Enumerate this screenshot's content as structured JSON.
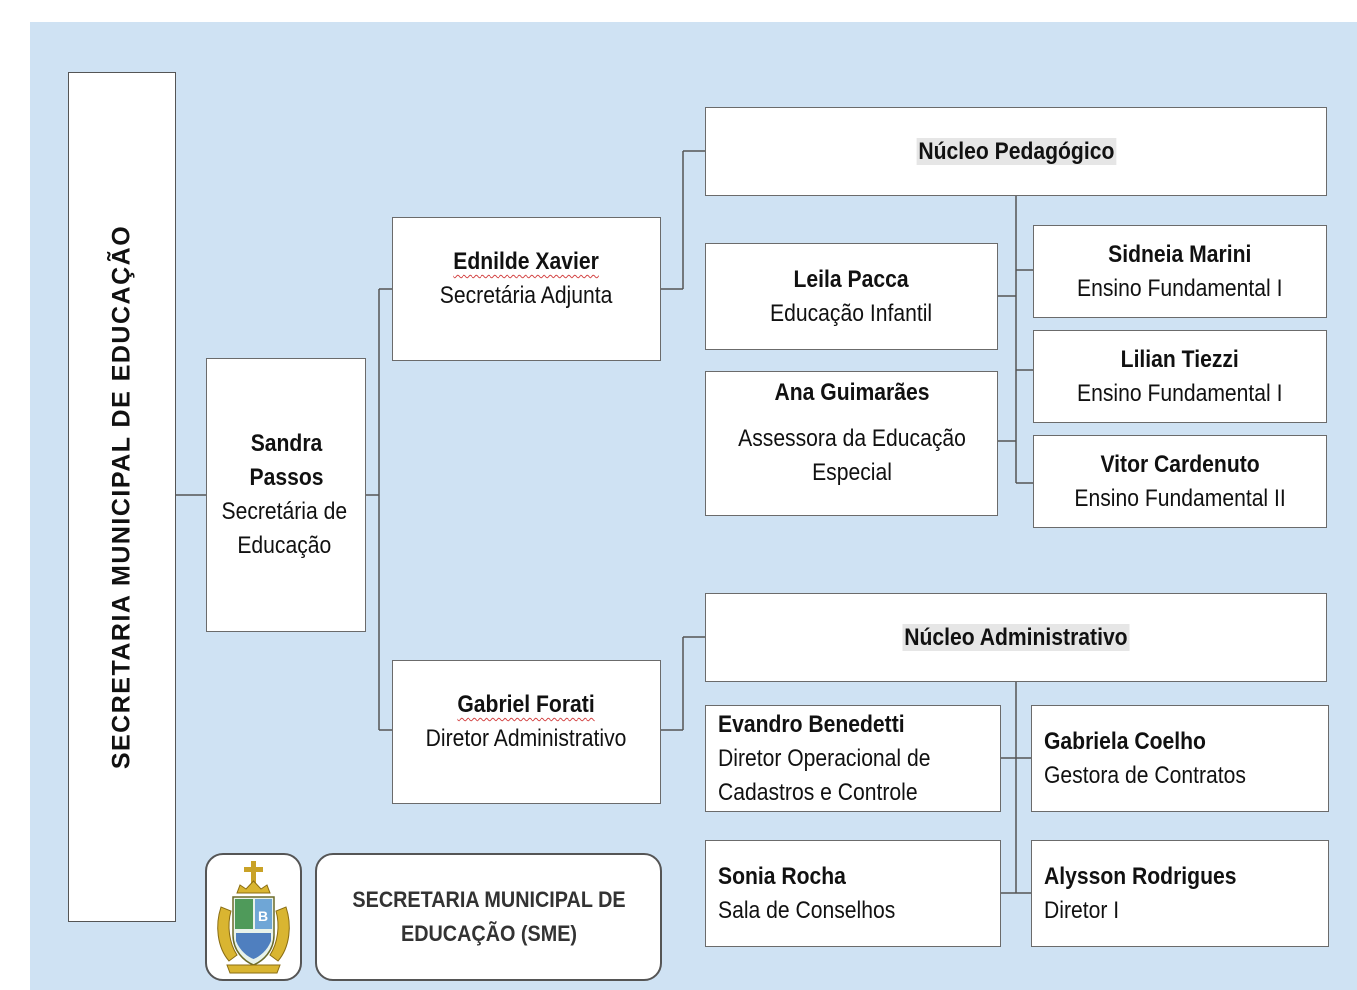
{
  "root": {
    "title": "SECRETARIA MUNICIPAL DE EDUCAÇÃO"
  },
  "secretary": {
    "name_line1": "Sandra",
    "name_line2": "Passos",
    "role": "Secretária de Educação"
  },
  "adjunct": {
    "name": "Ednilde Xavier",
    "role": "Secretária Adjunta"
  },
  "admin_director": {
    "name": "Gabriel Forati",
    "role": "Diretor Administrativo"
  },
  "nucleo_pedagogico": {
    "title": "Núcleo Pedagógico",
    "members": [
      {
        "name": "Leila Pacca",
        "role": "Educação Infantil"
      },
      {
        "name": "Ana Guimarães",
        "role": "Assessora da Educação Especial"
      },
      {
        "name": "Sidneia Marini",
        "role": "Ensino Fundamental I"
      },
      {
        "name": "Lilian Tiezzi",
        "role": "Ensino Fundamental I"
      },
      {
        "name": "Vitor Cardenuto",
        "role": "Ensino Fundamental II"
      }
    ]
  },
  "nucleo_administrativo": {
    "title": "Núcleo Administrativo",
    "members": [
      {
        "name": "Evandro Benedetti",
        "role": "Diretor Operacional de Cadastros e Controle"
      },
      {
        "name": "Sonia Rocha",
        "role": "Sala de Conselhos"
      },
      {
        "name": "Gabriela Coelho",
        "role": "Gestora de Contratos"
      },
      {
        "name": "Alysson Rodrigues",
        "role": "Diretor I"
      }
    ]
  },
  "footer": {
    "label": "SECRETARIA MUNICIPAL DE EDUCAÇÃO (SME)",
    "logo_icon": "coat-of-arms-icon"
  },
  "colors": {
    "background": "#cfe2f3",
    "box": "#ffffff",
    "border": "#6b6b6b",
    "connector": "#555555"
  }
}
